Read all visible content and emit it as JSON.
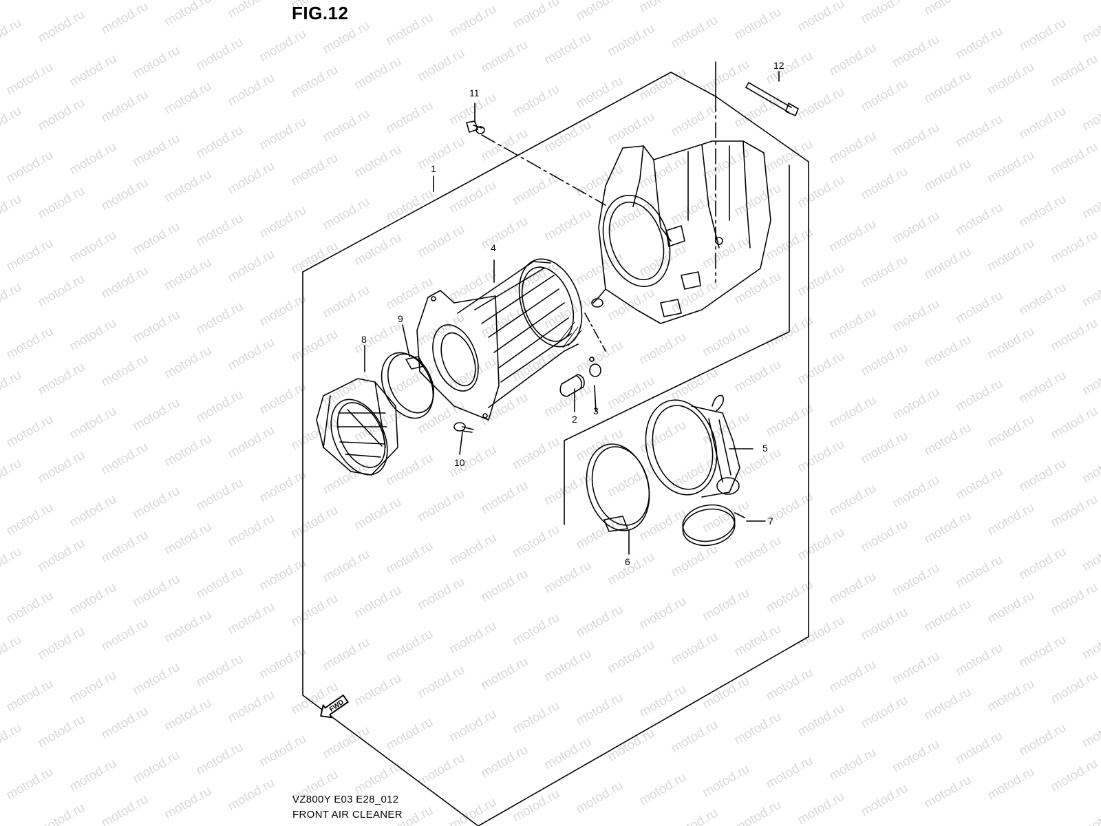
{
  "figure": {
    "title": "FIG.12",
    "model_code": "VZ800Y E03 E28_012",
    "caption": "FRONT AIR CLEANER"
  },
  "watermark": {
    "text": "motod.ru"
  },
  "direction_marker": {
    "label": "FWD"
  },
  "callouts": {
    "c1": "1",
    "c2": "2",
    "c3": "3",
    "c4": "4",
    "c5": "5",
    "c6": "6",
    "c7": "7",
    "c8": "8",
    "c9": "9",
    "c10": "10",
    "c11": "11",
    "c12": "12"
  }
}
